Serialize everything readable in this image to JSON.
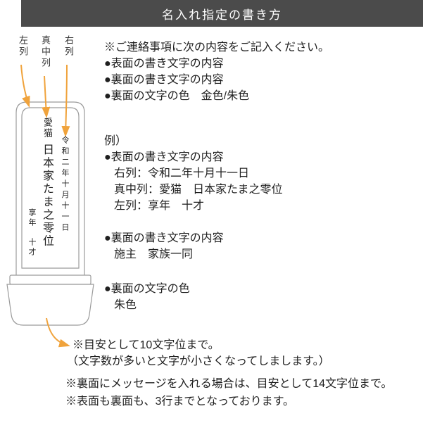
{
  "header": {
    "title": "名入れ指定の書き方"
  },
  "diagram": {
    "column_labels": [
      {
        "label": "左列"
      },
      {
        "label": "真中列"
      },
      {
        "label": "右列"
      }
    ],
    "tablet": {
      "right_column": "令和二年十月十一日",
      "center_top": "愛猫",
      "center_main": "日本家たま之零位",
      "left_column": "享年　十才"
    }
  },
  "instructions": {
    "intro": "※ご連絡事項に次の内容をご記入ください。",
    "items": [
      "●表面の書き文字の内容",
      "●裏面の書き文字の内容",
      "●裏面の文字の色　金色/朱色"
    ],
    "example_label": "例）",
    "example": {
      "front_header": "●表面の書き文字の内容",
      "front_lines": [
        "右列：令和二年十月十一日",
        "真中列：愛猫　日本家たま之零位",
        "左列：享年　十才"
      ],
      "back_header": "●裏面の書き文字の内容",
      "back_line": "施主　家族一同",
      "color_header": "●裏面の文字の色",
      "color_line": "朱色"
    }
  },
  "notes": {
    "limit": "※目安として10文字位まで。",
    "limit_sub": "（文字数が多いと文字が小さくなってしまします。）",
    "back_limit": "※裏面にメッセージを入れる場合は、目安として14文字位まで。",
    "rows_limit": "※表面も裏面も、3行までとなっております。"
  },
  "colors": {
    "header_bg": "#4b4b4b",
    "arrow": "#f0a33c",
    "outline": "#9b9b9b"
  }
}
